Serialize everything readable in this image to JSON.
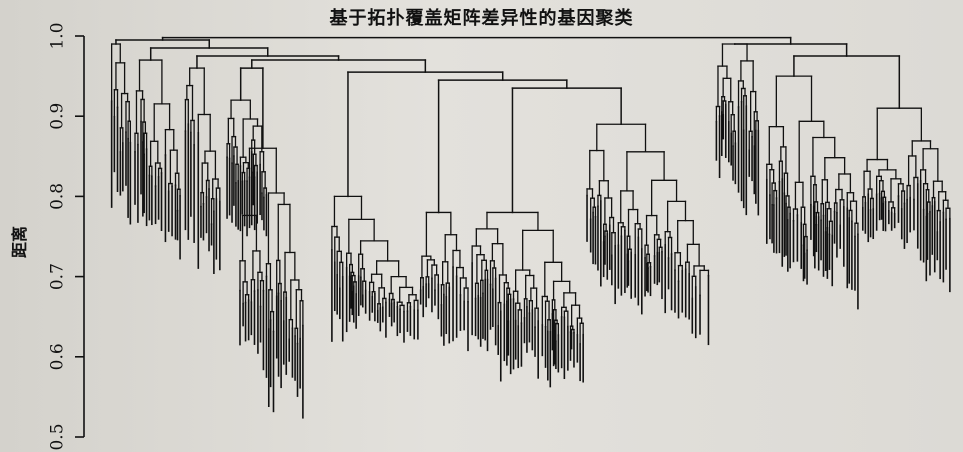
{
  "chart_data": {
    "type": "dendrogram",
    "title": "基于拓扑覆盖矩阵差异性的基因聚类",
    "ylabel": "距离",
    "xlabel": "",
    "ylim": [
      0.5,
      1.0
    ],
    "yticks": [
      "0.5",
      "0.6",
      "0.7",
      "0.8",
      "0.9",
      "1.0"
    ],
    "grid": false,
    "clusters": [
      {
        "merge_height": 0.99,
        "leaf_min": 0.76,
        "leaf_count": 6
      },
      {
        "merge_height": 0.97,
        "leaf_min": 0.72,
        "leaf_count": 14
      },
      {
        "merge_height": 0.96,
        "leaf_min": 0.69,
        "leaf_count": 10
      },
      {
        "merge_height": 0.92,
        "leaf_min": 0.74,
        "leaf_count": 8
      },
      {
        "merge_height": 0.86,
        "leaf_min": 0.52,
        "leaf_count": 24
      },
      {
        "merge_height": 0.8,
        "leaf_min": 0.61,
        "leaf_count": 18
      },
      {
        "merge_height": 0.78,
        "leaf_min": 0.6,
        "leaf_count": 16
      },
      {
        "merge_height": 0.78,
        "leaf_min": 0.56,
        "leaf_count": 20
      },
      {
        "merge_height": 0.89,
        "leaf_min": 0.61,
        "leaf_count": 40
      },
      {
        "merge_height": 0.99,
        "leaf_min": 0.76,
        "leaf_count": 14
      },
      {
        "merge_height": 0.95,
        "leaf_min": 0.66,
        "leaf_count": 26
      },
      {
        "merge_height": 0.91,
        "leaf_min": 0.68,
        "leaf_count": 20
      }
    ]
  }
}
